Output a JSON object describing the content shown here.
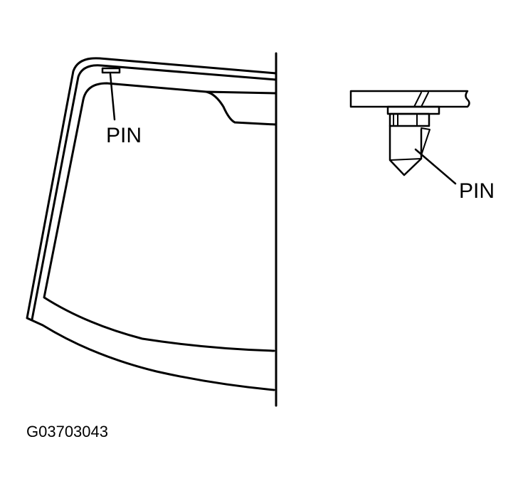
{
  "diagram": {
    "type": "technical-illustration",
    "subject": "windshield with locating pin",
    "labels": {
      "windshield_pin": "PIN",
      "detail_pin": "PIN"
    },
    "figure_id": "G03703043",
    "colors": {
      "line": "#000000",
      "background": "#ffffff"
    }
  }
}
